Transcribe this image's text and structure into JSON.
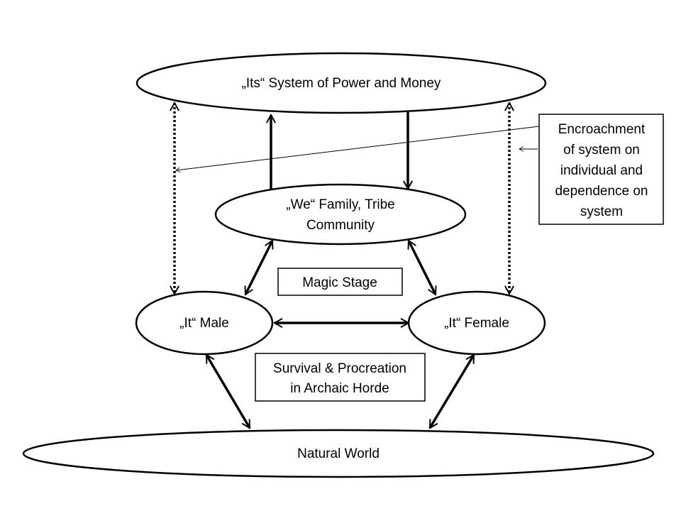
{
  "nodes": {
    "system": "„Its“ System of Power and Money",
    "we_line1": "„We“ Family, Tribe",
    "we_line2": "Community",
    "male": "„It“ Male",
    "female": "„It“ Female",
    "natural": "Natural World"
  },
  "labels": {
    "magic": "Magic Stage",
    "survival_line1": "Survival & Procreation",
    "survival_line2": "in Archaic Horde"
  },
  "annotation": {
    "lines": [
      "Encroachment",
      "of system on",
      "individual and",
      "dependence on",
      "system"
    ]
  }
}
